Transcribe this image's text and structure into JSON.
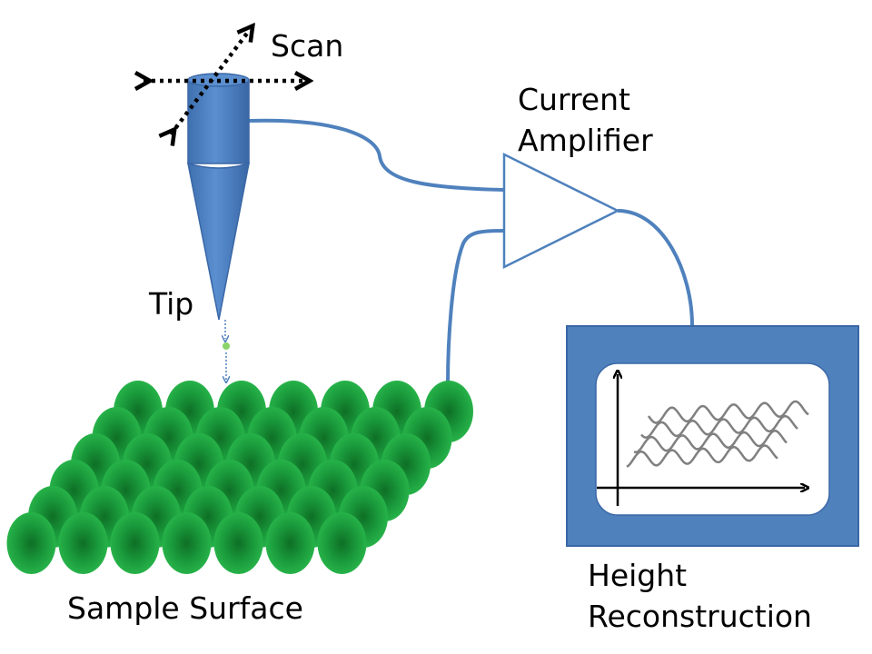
{
  "labels": {
    "scan": "Scan",
    "current_amplifier_line1": "Current",
    "current_amplifier_line2": "Amplifier",
    "tip": "Tip",
    "sample_surface": "Sample Surface",
    "height_reconstruction_line1": "Height",
    "height_reconstruction_line2": "Reconstruction"
  },
  "colors": {
    "wire": "#4f81bd",
    "tip_body": "#4f81bd",
    "monitor_frame": "#4f81bd",
    "monitor_screen": "#ffffff",
    "atom": "#1fa043",
    "plot_curves": "#808080",
    "arrows": "#000000"
  },
  "surface": {
    "rows": 6,
    "columns": 7
  }
}
